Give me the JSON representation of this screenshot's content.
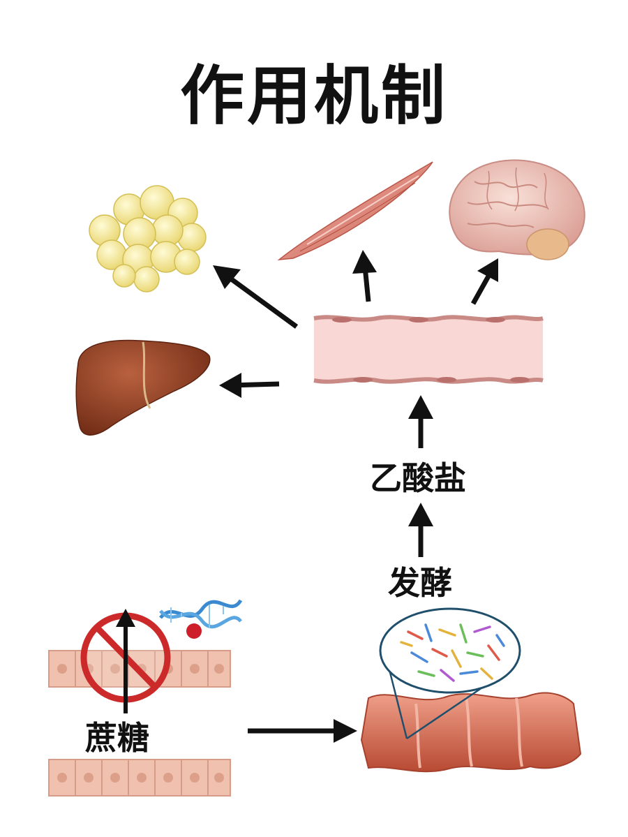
{
  "title": "作用机制",
  "labels": {
    "acetate": "乙酸盐",
    "fermentation": "发酵",
    "sucrose": "蔗糖"
  },
  "illustrations": {
    "fat_cells": "fat-cells-icon",
    "muscle": "muscle-icon",
    "brain": "brain-icon",
    "liver": "liver-icon",
    "blood_vessel": "blood-vessel-icon",
    "dna": "dna-icon",
    "no_entry": "no-entry-icon",
    "intestinal_epithelium": "epithelium-icon",
    "colon": "colon-icon",
    "gut_bacteria": "gut-bacteria-icon"
  },
  "colors": {
    "arrow": "#111111",
    "fat": "#f3e48a",
    "muscle": "#d9786a",
    "brain": "#e9b8b0",
    "liver": "#8e3c22",
    "vessel": "#f7d3d0",
    "cells": "#efc1ae",
    "colon": "#d8674e",
    "prohibit": "#cc2a2a",
    "dna": "#3b8ad0"
  }
}
